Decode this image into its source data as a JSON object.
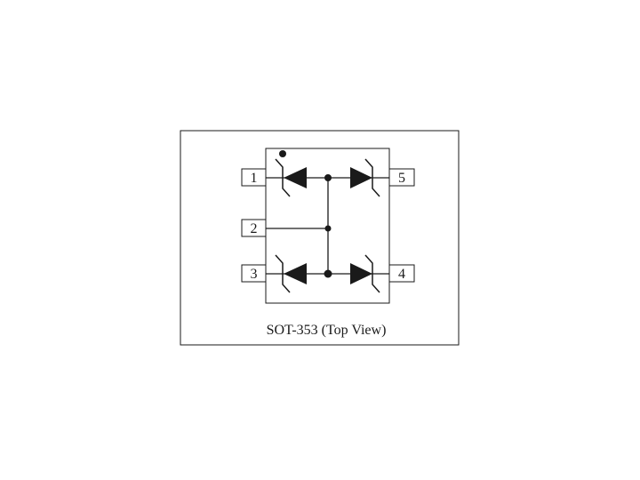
{
  "diagram": {
    "caption": "SOT-353 (Top View)",
    "pins": {
      "p1": "1",
      "p2": "2",
      "p3": "3",
      "p4": "4",
      "p5": "5"
    }
  },
  "colors": {
    "line": "#1a1a1a",
    "background": "#ffffff"
  },
  "icons": {
    "pin1_marker": "filled-dot",
    "protection_diode": "tvs-zener-diode-symbol"
  }
}
